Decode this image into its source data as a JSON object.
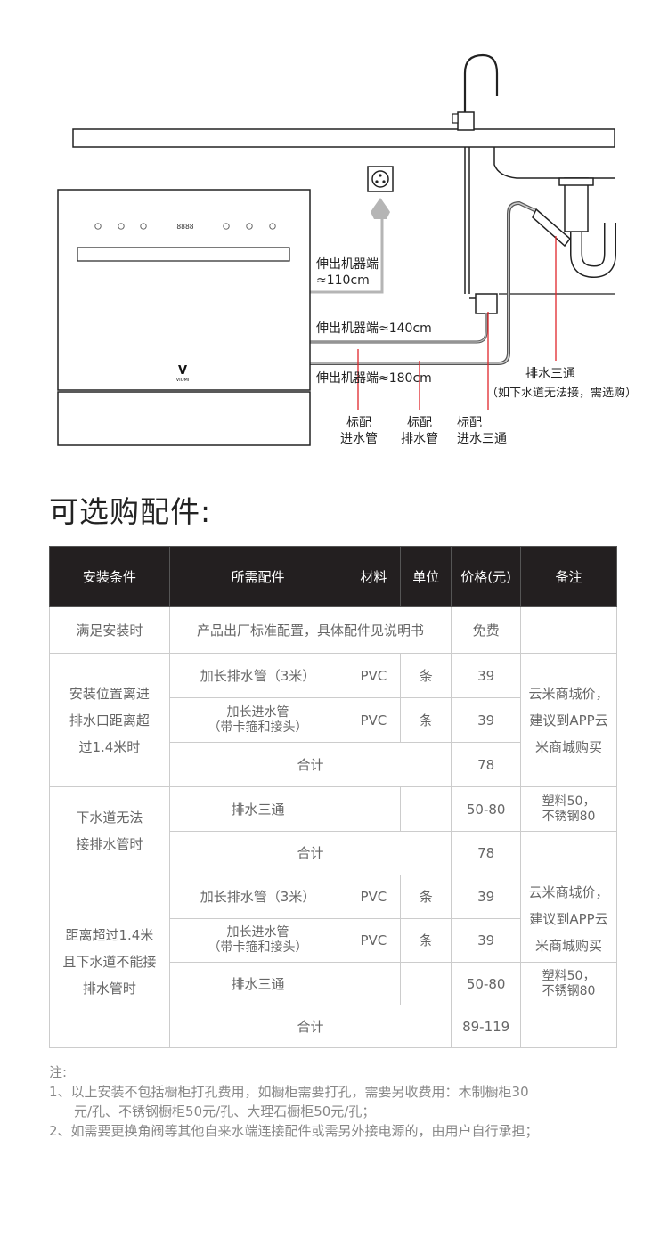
{
  "diagram": {
    "brand_logo": "V",
    "brand_text": "VIOMI",
    "display_digits": "8888",
    "labels": {
      "power_cord_line1": "伸出机器端",
      "power_cord_line2": "≈110cm",
      "inlet_hose": "伸出机器端≈140cm",
      "drain_hose": "伸出机器端≈180cm",
      "std_inlet_line1": "标配",
      "std_inlet_line2": "进水管",
      "std_drain_line1": "标配",
      "std_drain_line2": "排水管",
      "std_tee_line1": "标配",
      "std_tee_line2": "进水三通",
      "drain_tee": "排水三通",
      "drain_tee_note": "（如下水道无法接，需选购）"
    }
  },
  "section_title": "可选购配件:",
  "table": {
    "headers": [
      "安装条件",
      "所需配件",
      "材料",
      "单位",
      "价格(元)",
      "备注"
    ],
    "g1": {
      "condition": "满足安装时",
      "parts": "产品出厂标准配置，具体配件见说明书",
      "price": "免费"
    },
    "g2": {
      "condition_l1": "安装位置离进",
      "condition_l2": "排水口距离超",
      "condition_l3": "过1.4米时",
      "r1_part": "加长排水管（3米）",
      "r1_material": "PVC",
      "r1_unit": "条",
      "r1_price": "39",
      "r2_part_l1": "加长进水管",
      "r2_part_l2": "（带卡箍和接头）",
      "r2_material": "PVC",
      "r2_unit": "条",
      "r2_price": "39",
      "note_l1": "云米商城价，",
      "note_l2": "建议到APP云",
      "note_l3": "米商城购买",
      "total_label": "合计",
      "total_price": "78"
    },
    "g3": {
      "condition_l1": "下水道无法",
      "condition_l2": "接排水管时",
      "part": "排水三通",
      "price": "50-80",
      "note_l1": "塑料50，",
      "note_l2": "不锈钢80",
      "total_label": "合计",
      "total_price": "78"
    },
    "g4": {
      "condition_l1": "距离超过1.4米",
      "condition_l2": "且下水道不能接",
      "condition_l3": "排水管时",
      "r1_part": "加长排水管（3米）",
      "r1_material": "PVC",
      "r1_unit": "条",
      "r1_price": "39",
      "r2_part_l1": "加长进水管",
      "r2_part_l2": "（带卡箍和接头）",
      "r2_material": "PVC",
      "r2_unit": "条",
      "r2_price": "39",
      "note1_l1": "云米商城价，",
      "note1_l2": "建议到APP云",
      "note1_l3": "米商城购买",
      "r3_part": "排水三通",
      "r3_price": "50-80",
      "note2_l1": "塑料50，",
      "note2_l2": "不锈钢80",
      "total_label": "合计",
      "total_price": "89-119"
    }
  },
  "notes": {
    "title": "注:",
    "n1_l1": "1、以上安装不包括橱柜打孔费用，如橱柜需要打孔，需要另收费用：木制橱柜30",
    "n1_l2": "元/孔、不锈钢橱柜50元/孔、大理石橱柜50元/孔；",
    "n2": "2、如需要更换角阀等其他自来水端连接配件或需另外接电源的，由用户自行承担；"
  },
  "colors": {
    "header_bg": "#231f20",
    "leader_red": "#e0262b",
    "line_gray": "#888888"
  }
}
